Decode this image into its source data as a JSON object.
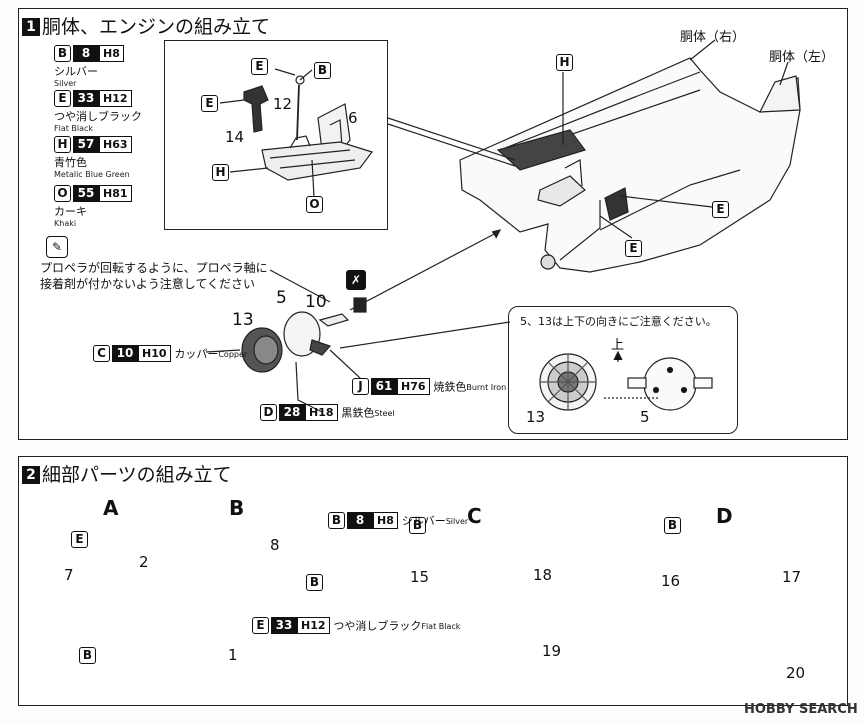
{
  "step1": {
    "num": "1",
    "title": "胴体、エンジンの組み立て",
    "paints": [
      {
        "letter": "B",
        "num": "8",
        "code": "H8",
        "jp": "シルバー",
        "en": "Silver"
      },
      {
        "letter": "E",
        "num": "33",
        "code": "H12",
        "jp": "つや消しブラック",
        "en": "Flat Black"
      },
      {
        "letter": "H",
        "num": "57",
        "code": "H63",
        "jp": "青竹色",
        "en": "Metalic Blue Green"
      },
      {
        "letter": "O",
        "num": "55",
        "code": "H81",
        "jp": "カーキ",
        "en": "Khaki"
      }
    ],
    "fuselage_right": "胴体（右）",
    "fuselage_left": "胴体（左）",
    "note": [
      "プロペラが回転するように、プロペラ軸に",
      "接着剤が付かないよう注意してください"
    ],
    "inset_note": "5、13は上下の向きにご注意ください。",
    "up_label": "上",
    "part_labels": {
      "p5": "5",
      "p10": "10",
      "p13": "13",
      "p12": "12",
      "p14": "14",
      "p6": "6",
      "i13": "13",
      "i5": "5"
    },
    "letters": {
      "E1": "E",
      "B1": "B",
      "E2": "E",
      "H1": "H",
      "O1": "O",
      "H2": "H",
      "E3": "E",
      "E4": "E"
    },
    "engine_paints": [
      {
        "letter": "C",
        "num": "10",
        "code": "H10",
        "jp": "カッパー",
        "en": "Copper"
      },
      {
        "letter": "J",
        "num": "61",
        "code": "H76",
        "jp": "焼鉄色",
        "en": "Burnt Iron"
      },
      {
        "letter": "D",
        "num": "28",
        "code": "H18",
        "jp": "黒鉄色",
        "en": "Steel"
      }
    ]
  },
  "step2": {
    "num": "2",
    "title": "細部パーツの組み立て",
    "sub": {
      "A": "A",
      "B": "B",
      "C": "C",
      "D": "D"
    },
    "labels": {
      "n7": "7",
      "n2": "2",
      "n8": "8",
      "n1": "1",
      "n15": "15",
      "n18": "18",
      "n19": "19",
      "n16": "16",
      "n17": "17",
      "n20": "20"
    },
    "letters": {
      "a_e": "E",
      "a_b": "B",
      "b_b": "B",
      "c_b": "B",
      "d_b": "B"
    },
    "paint_b": {
      "letter": "B",
      "num": "8",
      "code": "H8",
      "jp": "シルバー",
      "en": "Silver"
    },
    "paint_e": {
      "letter": "E",
      "num": "33",
      "code": "H12",
      "jp": "つや消しブラック",
      "en": "Flat Black"
    }
  },
  "watermark": "HOBBY SEARCH"
}
